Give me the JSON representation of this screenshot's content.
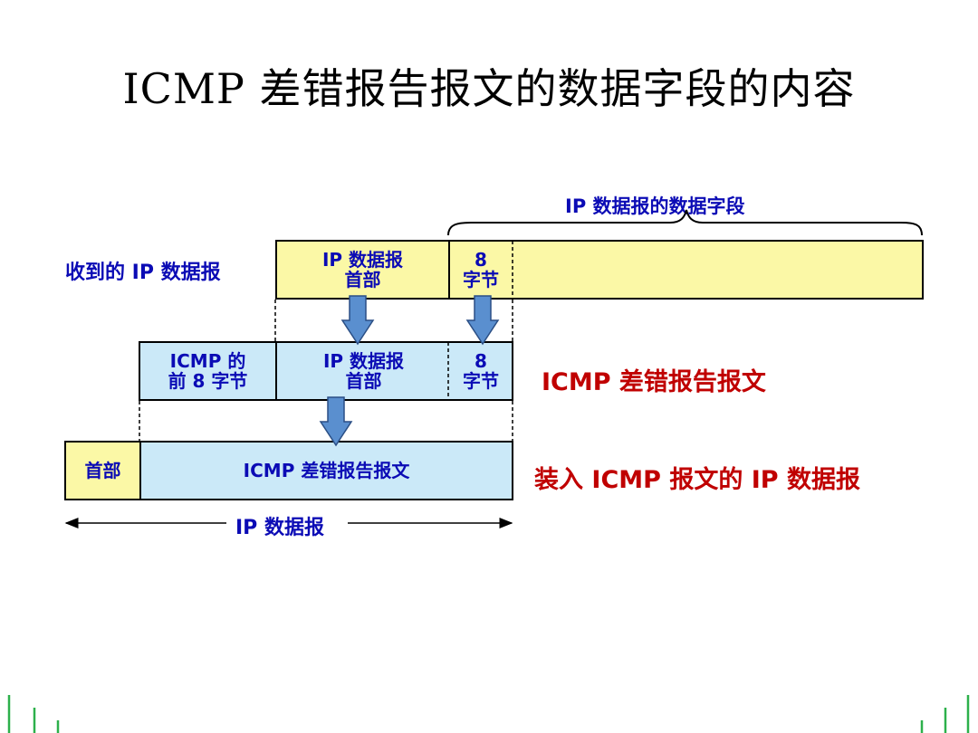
{
  "title": "ICMP 差错报告报文的数据字段的内容",
  "brace_label": "IP 数据报的数据字段",
  "received_label": "收到的 IP 数据报",
  "row1": {
    "header_line1": "IP 数据报",
    "header_line2": "首部",
    "bytes_line1": "8",
    "bytes_line2": "字节"
  },
  "row2": {
    "icmp_line1": "ICMP 的",
    "icmp_line2": "前 8 字节",
    "header_line1": "IP 数据报",
    "header_line2": "首部",
    "bytes_line1": "8",
    "bytes_line2": "字节",
    "side_label": "ICMP 差错报告报文"
  },
  "row3": {
    "header": "首部",
    "body": "ICMP 差错报告报文",
    "side_label": "装入 ICMP 报文的 IP 数据报"
  },
  "span_label": "IP 数据报",
  "colors": {
    "label_blue": "#0b0bb5",
    "label_red": "#c00000",
    "box_yellow": "#fbf8a6",
    "box_cyan": "#cbe9f8",
    "arrow_blue": "#5a8fcf",
    "deco_green": "#2db04b"
  }
}
